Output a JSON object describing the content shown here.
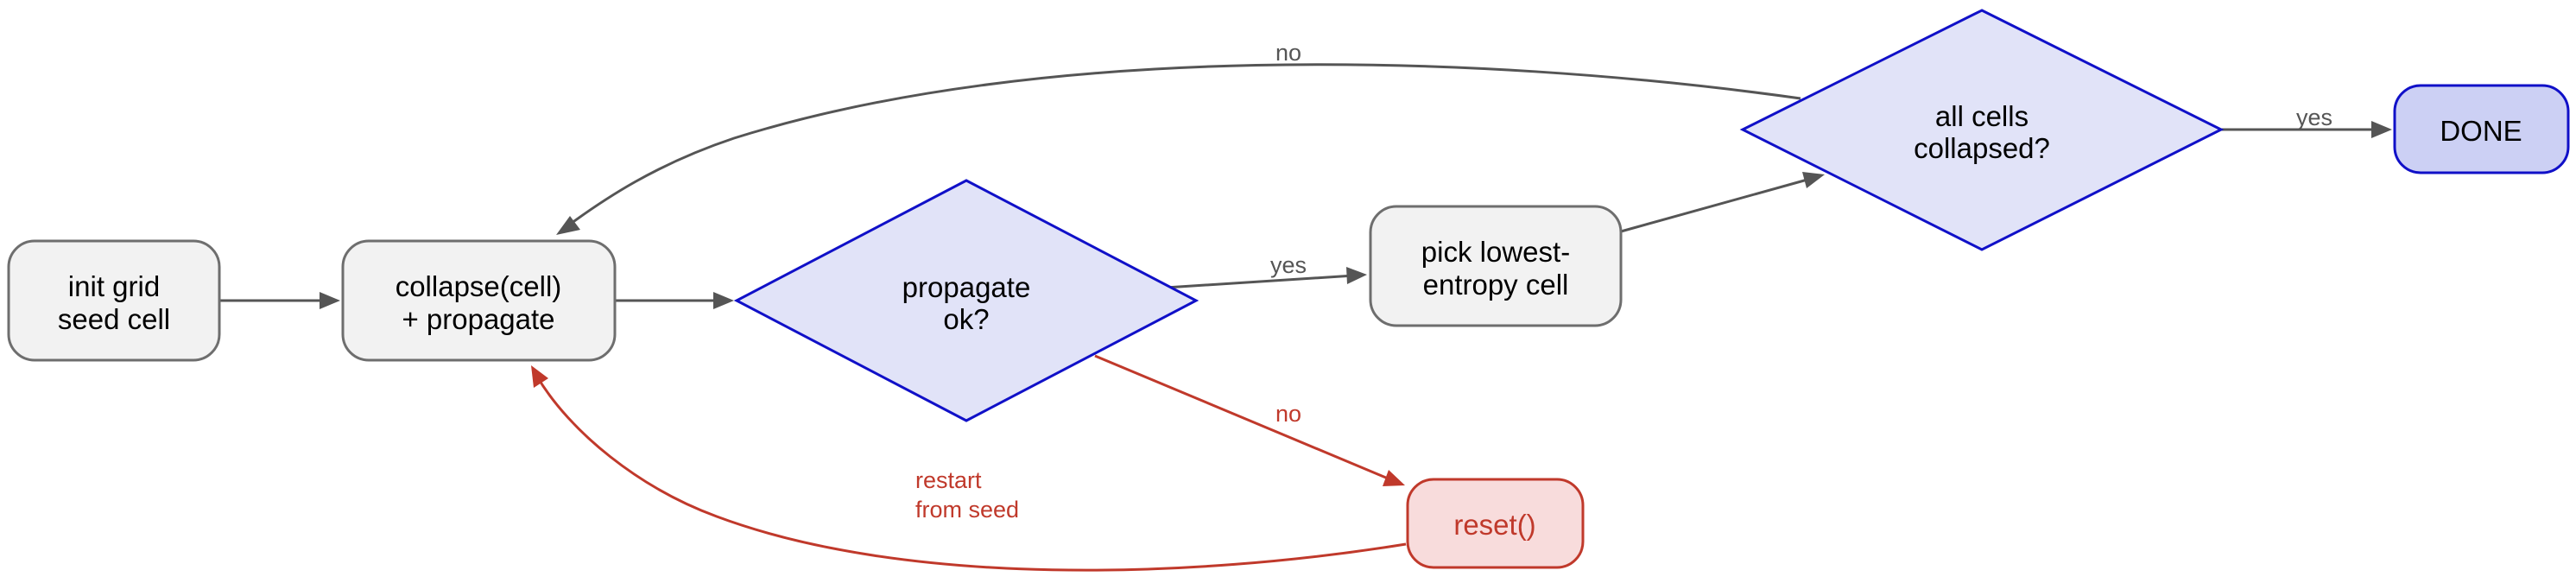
{
  "colors": {
    "process_fill": "#f2f2f2",
    "process_stroke": "#6e6e6e",
    "decision_fill": "#e1e3f8",
    "decision_stroke": "#1010c8",
    "done_fill": "#ccd0f4",
    "reset_fill": "#f8dcdc",
    "reset_stroke": "#c0392b",
    "edge": "#555555",
    "edge_red": "#c0392b"
  },
  "nodes": {
    "init": {
      "line1": "init grid",
      "line2": "seed cell"
    },
    "collapse": {
      "line1": "collapse(cell)",
      "line2": "+ propagate"
    },
    "propagate": {
      "line1": "propagate",
      "line2": "ok?"
    },
    "pick": {
      "line1": "pick lowest-",
      "line2": "entropy cell"
    },
    "all_collapsed": {
      "line1": "all cells",
      "line2": "collapsed?"
    },
    "done": {
      "label": "DONE"
    },
    "reset": {
      "label": "reset()"
    }
  },
  "edges": {
    "propagate_to_pick": "yes",
    "propagate_to_reset": "no",
    "all_to_done": "yes",
    "all_to_collapse": "no",
    "reset_to_collapse_line1": "restart",
    "reset_to_collapse_line2": "from seed"
  }
}
